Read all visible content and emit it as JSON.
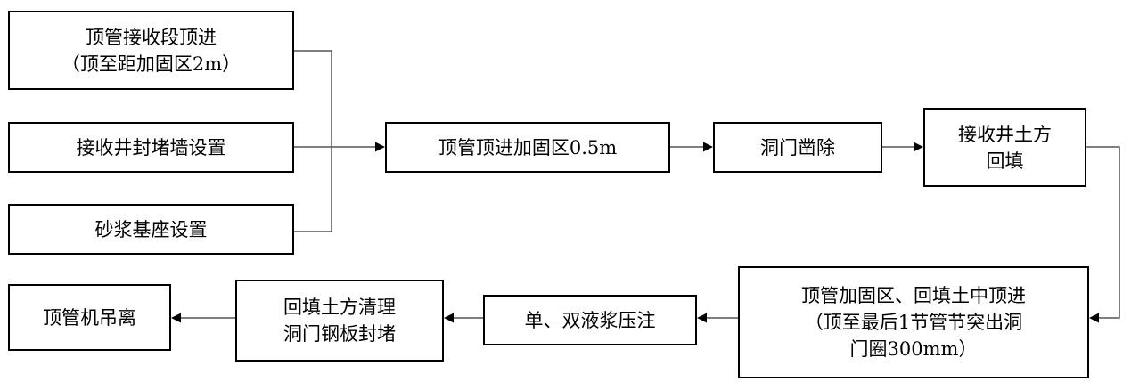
{
  "nodes": {
    "receive_jacking": "顶管接收段顶进\n（顶至距加固区2m）",
    "seal_wall": "接收井封堵墙设置",
    "mortar_base": "砂浆基座设置",
    "jack_reinforce": "顶管顶进加固区0.5m",
    "portal_chisel": "洞门凿除",
    "backfill_well": "接收井土方\n回填",
    "jack_through": "顶管加固区、回填土中顶进\n（顶至最后1节管节突出洞\n门圈300mm）",
    "grouting": "单、双液浆压注",
    "clean_seal": "回填土方清理\n洞门钢板封堵",
    "lift_machine": "顶管机吊离"
  },
  "colors": {
    "line": "#000000",
    "border": "#000000",
    "background": "#ffffff"
  }
}
